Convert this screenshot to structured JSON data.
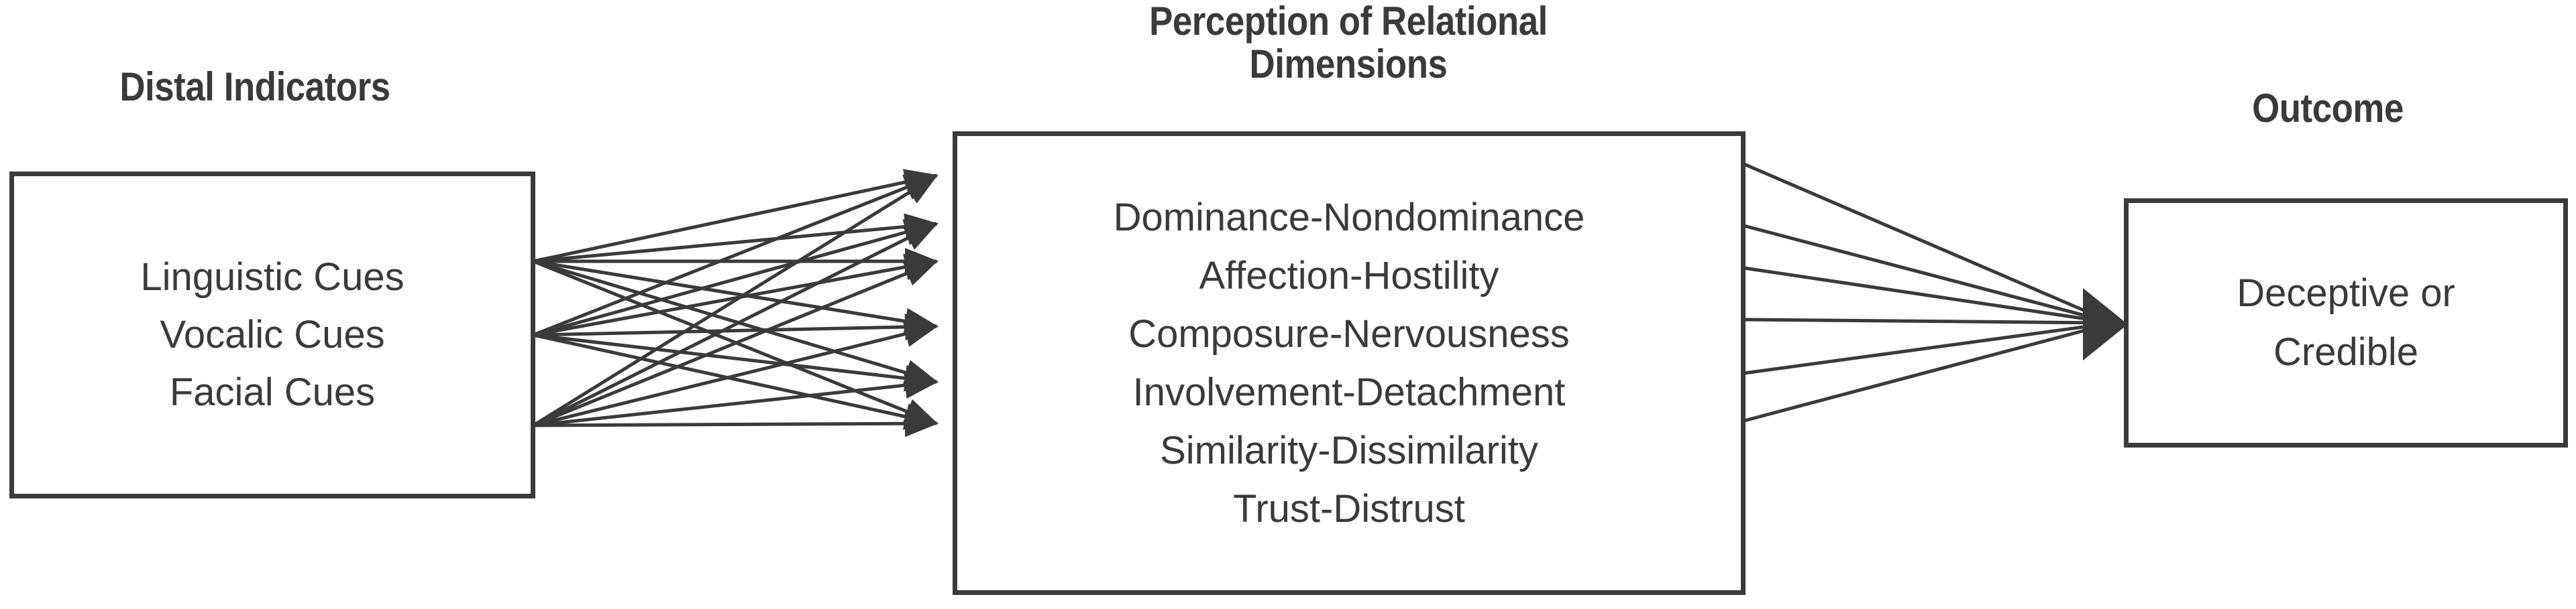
{
  "diagram": {
    "title_hidden": "",
    "line_color": "#3a3a3a",
    "text_color": "#3a3a3a",
    "background": "#ffffff"
  },
  "headings": {
    "distal": "Distal Indicators",
    "perception": "Perception of Relational\nDimensions",
    "outcome": "Outcome"
  },
  "boxes": {
    "distal": {
      "items": [
        "Linguistic Cues",
        "Vocalic Cues",
        "Facial Cues"
      ]
    },
    "perception": {
      "items": [
        "Dominance-Nondominance",
        "Affection-Hostility",
        "Composure-Nervousness",
        "Involvement-Detachment",
        "Similarity-Dissimilarity",
        "Trust-Distrust"
      ]
    },
    "outcome": {
      "items": [
        "Deceptive or",
        "Credible"
      ]
    }
  },
  "connections": {
    "left_to_middle": {
      "description": "fully-connected fan, 3 sources to 6 targets, arrowheads at targets",
      "source_count": 3,
      "target_count": 6,
      "arrow_count": 18
    },
    "middle_to_right": {
      "description": "6 sources converging to 1 arrowhead at outcome box",
      "source_count": 6,
      "target_count": 1,
      "arrow_count": 6
    }
  }
}
